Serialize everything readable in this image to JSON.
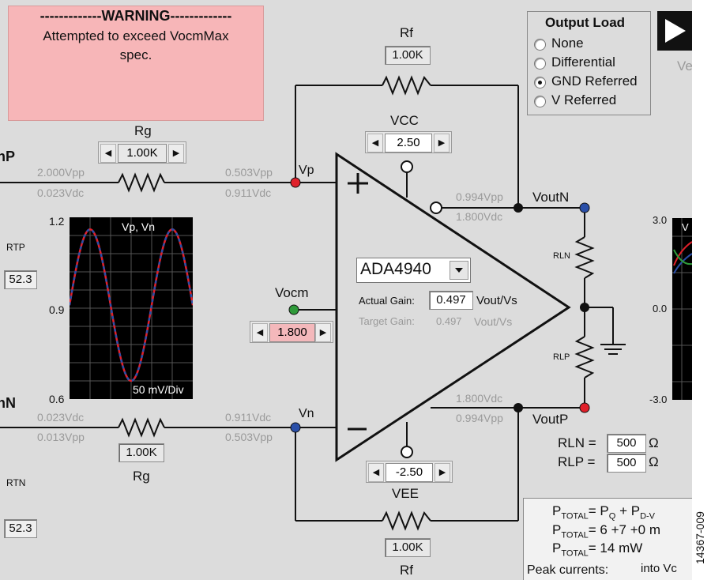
{
  "warning": {
    "title": "-------------WARNING-------------",
    "message_line1": "Attempted to exceed VocmMax",
    "message_line2": "spec."
  },
  "output_load": {
    "title": "Output Load",
    "options": [
      "None",
      "Differential",
      "GND Referred",
      "V Referred"
    ],
    "selected": "GND Referred"
  },
  "play_partial": "Ve",
  "resistors": {
    "rf_top": "1.00K",
    "rg_top": "1.00K",
    "rg_bottom": "1.00K",
    "rf_bottom": "1.00K",
    "rf_label": "Rf",
    "rg_label": "Rg"
  },
  "supplies": {
    "vcc_label": "VCC",
    "vcc_value": "2.50",
    "vee_label": "VEE",
    "vee_value": "-2.50"
  },
  "vocm": {
    "label": "Vocm",
    "value": "1.800"
  },
  "nodes": {
    "in_top_pp": "2.000Vpp",
    "in_top_dc": "0.023Vdc",
    "vp_pp": "0.503Vpp",
    "vp_dc": "0.911Vdc",
    "vp_label": "Vp",
    "in_bot_dc": "0.023Vdc",
    "in_bot_pp": "0.013Vpp",
    "vn_dc": "0.911Vdc",
    "vn_pp": "0.503Vpp",
    "vn_label": "Vn",
    "voutn_pp": "0.994Vpp",
    "voutn_dc": "1.800Vdc",
    "voutn_label": "VoutN",
    "voutp_dc": "1.800Vdc",
    "voutp_pp": "0.994Vpp",
    "voutp_label": "VoutP"
  },
  "amp": {
    "part": "ADA4940",
    "actual_gain_label": "Actual Gain:",
    "actual_gain": "0.497",
    "gain_unit": "Vout/Vs",
    "target_gain_label": "Target Gain:",
    "target_gain": "0.497",
    "target_unit": "Vout/Vs",
    "plus": "+",
    "minus": "−"
  },
  "load": {
    "rln_label": "RLN",
    "rlp_label": "RLP",
    "rln_eq": "RLN =",
    "rln_value": "500",
    "rlp_eq": "RLP =",
    "rlp_value": "500",
    "ohm": "Ω"
  },
  "left_edge": {
    "top_label": "nP",
    "rtp": "RTP",
    "top_value": "52.3",
    "bottom_label": "nN",
    "rtn": "RTN",
    "bottom_value": "52.3"
  },
  "scope": {
    "title": "Vp, Vn",
    "y_max": "1.2",
    "y_mid": "0.9",
    "y_min": "0.6",
    "scale": "50 mV/Div"
  },
  "right_scope": {
    "y_top": "3.0",
    "y_mid": "0.0",
    "y_bot": "-3.0",
    "partial_label": "V"
  },
  "power": {
    "p": "P",
    "total_sub": "TOTAL",
    "line1_rhs": "= P",
    "line1_q": "Q",
    "line1_plus": " + P",
    "line1_dv": "D-V",
    "line2_rhs": "= 6 +7 +0 m",
    "line3_rhs": "= 14 mW",
    "peak": "Peak currents:",
    "peak_rhs": "into Vc"
  },
  "figure_id": "14367-009",
  "colors": {
    "warning_bg": "#f7b6b8",
    "vocm_bg": "#f4b8bb",
    "node_red": "#e0202a",
    "node_blue": "#2a4fa8",
    "node_green": "#2f9a3a"
  },
  "chart_data": {
    "type": "line",
    "title": "Vp, Vn",
    "ylim": [
      0.6,
      1.2
    ],
    "x": [
      0,
      0.25,
      0.5,
      0.75,
      1.0,
      1.25,
      1.5
    ],
    "series": [
      {
        "name": "Vp",
        "values": [
          0.91,
          1.16,
          0.91,
          0.66,
          0.91,
          1.16,
          0.91
        ]
      },
      {
        "name": "Vn",
        "values": [
          0.91,
          1.16,
          0.91,
          0.66,
          0.91,
          1.16,
          0.91
        ]
      }
    ]
  }
}
